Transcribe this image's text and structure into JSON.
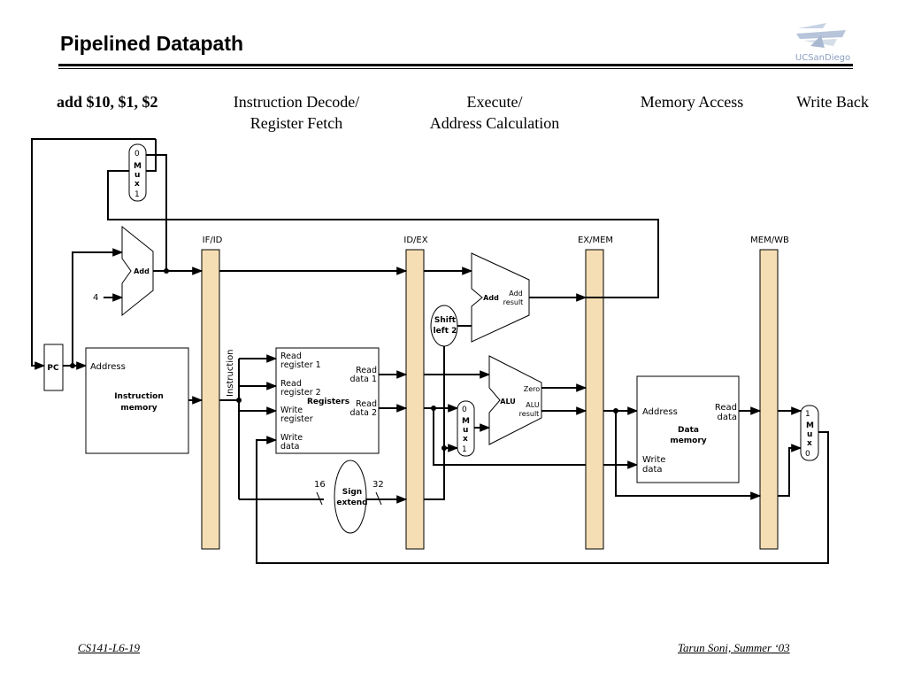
{
  "slide": {
    "title": "Pipelined Datapath",
    "logo_text": "UCSanDiego",
    "footer_left": "CS141-L6-19",
    "footer_right": "Tarun Soni, Summer ‘03"
  },
  "header": {
    "instruction": "add $10, $1, $2",
    "stages": [
      {
        "line1": "Instruction Decode/",
        "line2": "Register Fetch"
      },
      {
        "line1": "Execute/",
        "line2": "Address Calculation"
      },
      {
        "line1": "Memory Access",
        "line2": ""
      },
      {
        "line1": "Write Back",
        "line2": ""
      }
    ]
  },
  "pipeline_registers": [
    "IF/ID",
    "ID/EX",
    "EX/MEM",
    "MEM/WB"
  ],
  "components": {
    "pc": "PC",
    "top_mux": {
      "in0": "0",
      "label": "M\nu\nx",
      "in1": "1"
    },
    "add_pc": "Add",
    "const_four": "4",
    "instr_mem": {
      "address": "Address",
      "name_line1": "Instruction",
      "name_line2": "memory"
    },
    "instruction_label": "Instruction",
    "registers": {
      "read_reg1": [
        "Read",
        "register 1"
      ],
      "read_reg2": [
        "Read",
        "register 2"
      ],
      "write_reg": [
        "Write",
        "register"
      ],
      "write_data": [
        "Write",
        "data"
      ],
      "read_data1": [
        "Read",
        "data 1"
      ],
      "read_data2": [
        "Read",
        "data 2"
      ],
      "name": "Registers"
    },
    "sign_extend": {
      "name_line1": "Sign",
      "name_line2": "extend",
      "in_width": "16",
      "out_width": "32"
    },
    "shift_left": {
      "line1": "Shift",
      "line2": "left 2"
    },
    "add_branch": {
      "name": "Add",
      "result_line1": "Add",
      "result_line2": "result"
    },
    "alu": {
      "name": "ALU",
      "zero": "Zero",
      "result_line1": "ALU",
      "result_line2": "result"
    },
    "alu_mux": {
      "in0": "0",
      "label": "M\nu\nx",
      "in1": "1"
    },
    "data_mem": {
      "address": "Address",
      "read_line1": "Read",
      "read_line2": "data",
      "write_line1": "Write",
      "write_line2": "data",
      "name_line1": "Data",
      "name_line2": "memory"
    },
    "wb_mux": {
      "in1": "1",
      "label": "M\nu\nx",
      "in0": "0"
    }
  },
  "colors": {
    "pipeline_register_fill": "#f5deb3",
    "line": "#000000"
  }
}
